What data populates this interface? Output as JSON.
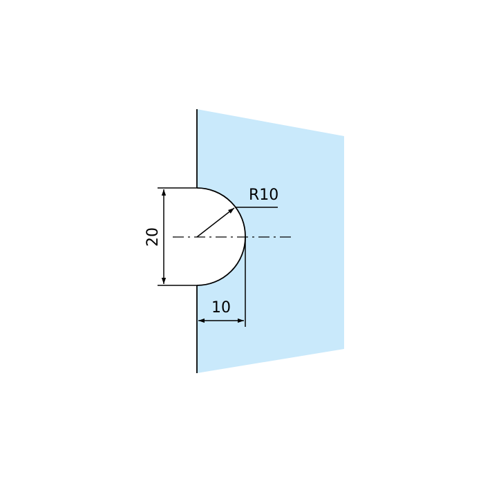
{
  "diagram": {
    "labels": {
      "radius": "R10",
      "height": "20",
      "width": "10"
    },
    "colors": {
      "glass_fill": "#c9e9fb",
      "line": "#000000",
      "background": "#ffffff"
    }
  }
}
